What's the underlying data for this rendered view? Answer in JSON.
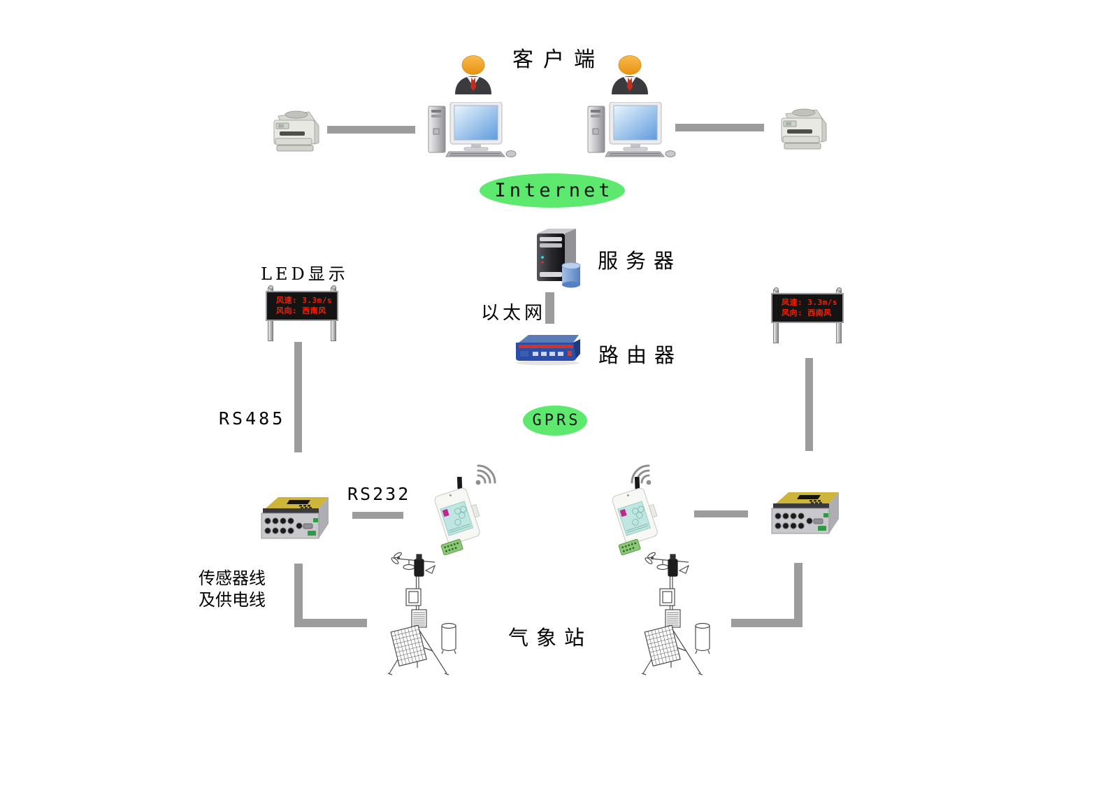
{
  "background": "#ffffff",
  "colors": {
    "bubble_green": "#5ce96e",
    "connector_gray": "#9c9c9c",
    "led_text_red": "#ff1e00",
    "led_panel_black": "#141414",
    "person_head_orange": "#f2a233",
    "controller_top_yellow": "#cdb53a",
    "router_blue": "#2b4fa8",
    "database_blue": "#6f9bd8"
  },
  "labels": {
    "client_title": "客户端",
    "internet": "Internet",
    "server": "服务器",
    "ethernet": "以太网",
    "router": "路由器",
    "gprs": "GPRS",
    "led_display": "LED显示",
    "rs485": "RS485",
    "rs232": "RS232",
    "sensor_power_line1": "传感器线",
    "sensor_power_line2": "及供电线",
    "weather_station": "气象站"
  },
  "led_sign": {
    "line1": "风速: 3.3m/s",
    "line2": "风向: 西南风"
  },
  "icons": [
    "person-icon",
    "desktop-computer-icon",
    "printer-icon",
    "server-icon",
    "database-icon",
    "router-icon",
    "led-sign-icon",
    "datalogger-icon",
    "gprs-modem-icon",
    "wifi-signal-icon",
    "weather-station-icon",
    "rain-gauge-icon"
  ]
}
